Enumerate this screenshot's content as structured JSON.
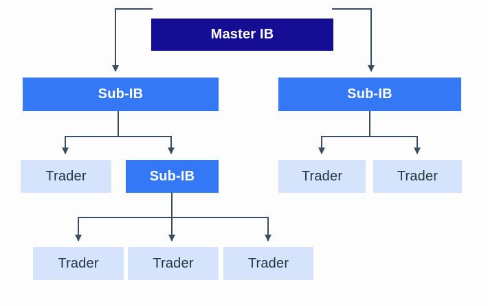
{
  "diagram": {
    "type": "org-hierarchy",
    "colors": {
      "master_bg": "#150d93",
      "sub_bg": "#3478f6",
      "trader_bg": "#d5e4fc",
      "trader_text": "#26313f",
      "node_text_light": "#ffffff",
      "connector": "#3c4c63",
      "background": "#fdfdfd"
    },
    "nodes": {
      "master": {
        "label": "Master IB"
      },
      "sub_left": {
        "label": "Sub-IB"
      },
      "sub_right": {
        "label": "Sub-IB"
      },
      "trader_left": {
        "label": "Trader"
      },
      "sub_mid": {
        "label": "Sub-IB"
      },
      "trader_right_1": {
        "label": "Trader"
      },
      "trader_right_2": {
        "label": "Trader"
      },
      "trader_bottom_1": {
        "label": "Trader"
      },
      "trader_bottom_2": {
        "label": "Trader"
      },
      "trader_bottom_3": {
        "label": "Trader"
      }
    },
    "edges": [
      {
        "from": "master",
        "to": "sub_left"
      },
      {
        "from": "master",
        "to": "sub_right"
      },
      {
        "from": "sub_left",
        "to": "trader_left"
      },
      {
        "from": "sub_left",
        "to": "sub_mid"
      },
      {
        "from": "sub_right",
        "to": "trader_right_1"
      },
      {
        "from": "sub_right",
        "to": "trader_right_2"
      },
      {
        "from": "sub_mid",
        "to": "trader_bottom_1"
      },
      {
        "from": "sub_mid",
        "to": "trader_bottom_2"
      },
      {
        "from": "sub_mid",
        "to": "trader_bottom_3"
      }
    ]
  }
}
